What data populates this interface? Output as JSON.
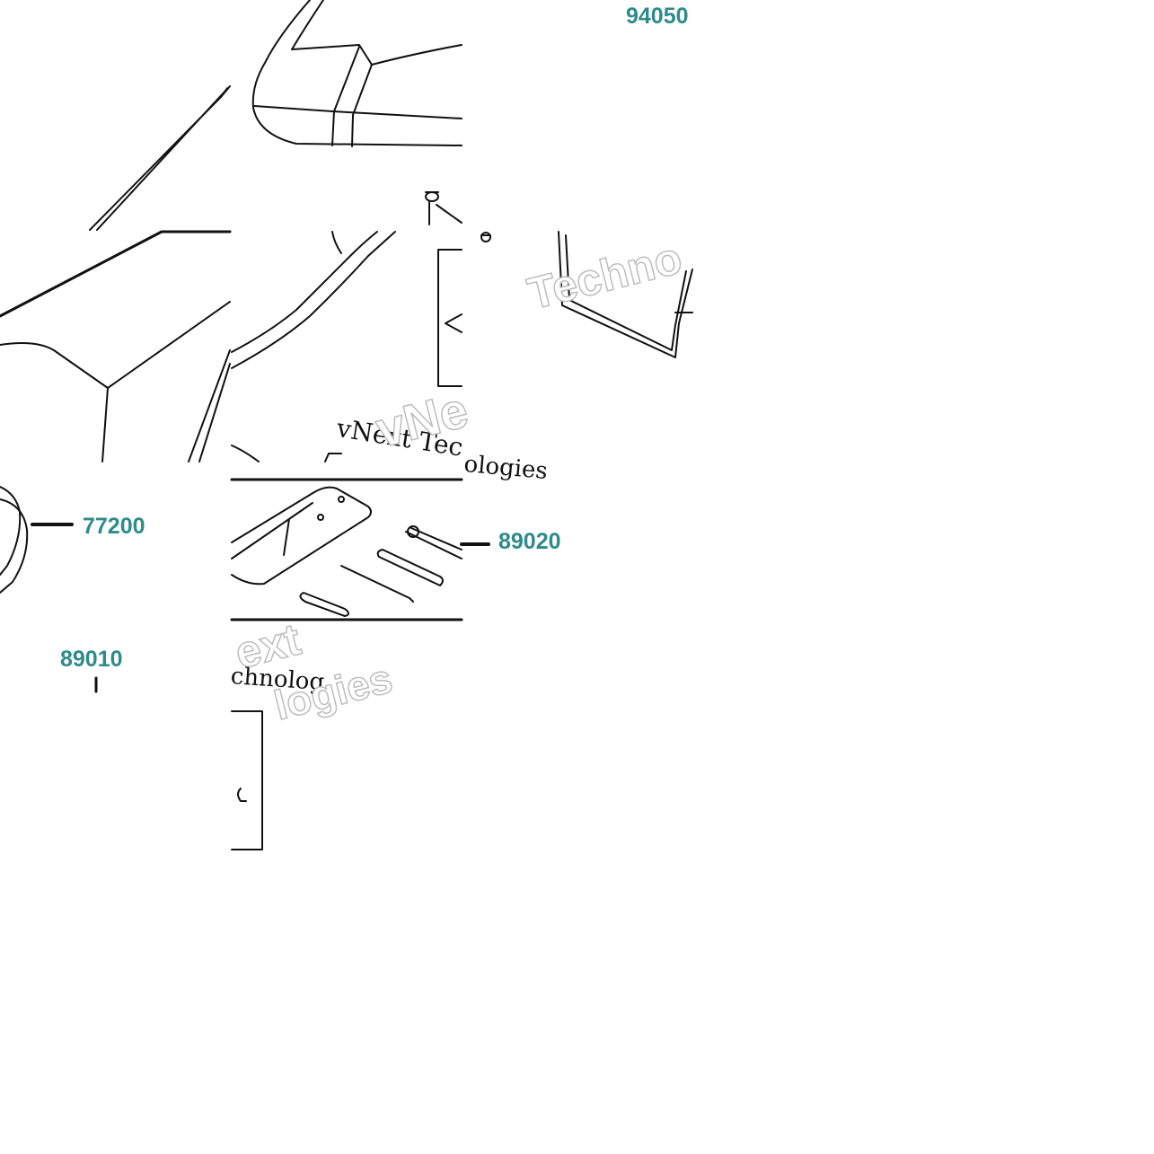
{
  "diagram": {
    "part_numbers": {
      "p94050": "94050",
      "p77200": "77200",
      "p89020": "89020",
      "p89010": "89010"
    },
    "watermarks": {
      "serif": "vNext Tec",
      "serif_tail": "chnologies",
      "techno": "Techno",
      "next": "vNe",
      "ologies": "ologies",
      "ext": "ext",
      "logies": "logies",
      "echnolog": "chnolog"
    },
    "colors": {
      "callout_text": "#2e8b8b",
      "line_art": "#111111",
      "background": "#ffffff"
    }
  }
}
